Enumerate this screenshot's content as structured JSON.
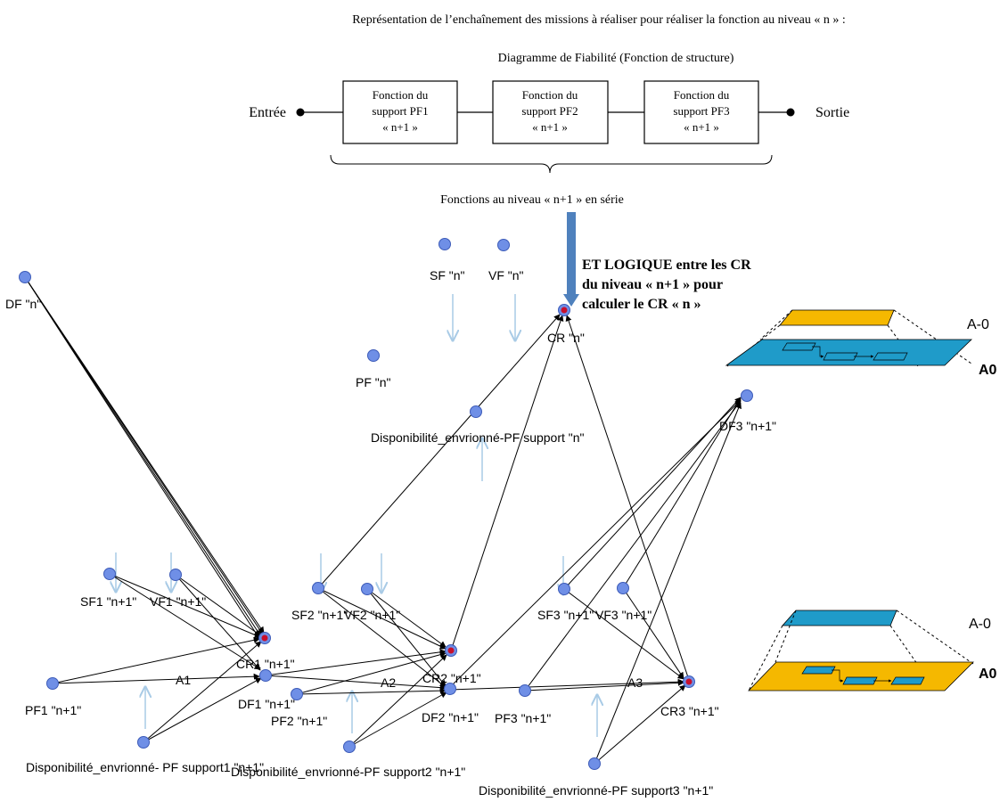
{
  "header": {
    "title": "Représentation de l’enchaînement des missions à réaliser pour réaliser la fonction au niveau « n » :",
    "subtitle": "Diagramme de Fiabilité (Fonction de structure)"
  },
  "reliability_diagram": {
    "input_label": "Entrée",
    "output_label": "Sortie",
    "boxes": [
      {
        "line1": "Fonction du",
        "line2": "support PF1",
        "line3": "« n+1 »"
      },
      {
        "line1": "Fonction du",
        "line2": "support PF2",
        "line3": "« n+1 »"
      },
      {
        "line1": "Fonction du",
        "line2": "support PF3",
        "line3": "« n+1 »"
      }
    ],
    "series_caption": "Fonctions au niveau « n+1 » en série"
  },
  "logic_note": {
    "line1": "ET LOGIQUE entre les CR",
    "line2": "du niveau « n+1 »  pour",
    "line3": "calculer le CR « n »"
  },
  "nodes": {
    "df_n": "DF \"n\"",
    "sf_n": "SF \"n\"",
    "vf_n": "VF \"n\"",
    "pf_n": "PF \"n\"",
    "cr_n": "CR \"n\"",
    "disp_n": "Disponibilité_envrionné-PF support \"n\"",
    "df3_n1": "DF3 \"n+1\"",
    "sf1": "SF1 \"n+1\"",
    "vf1": "VF1 \"n+1\"",
    "cr1": "CR1 \"n+1\"",
    "pf1": "PF1 \"n+1\"",
    "df1": "DF1 \"n+1\"",
    "disp1": "Disponibilité_envrionné- PF support1 \"n+1\"",
    "sf2": "SF2 \"n+1\"",
    "vf2": "VF2 \"n+1\"",
    "cr2": "CR2 \"n+1\"",
    "pf2": "PF2 \"n+1\"",
    "df2": "DF2 \"n+1\"",
    "disp2": "Disponibilité_envrionné-PF support2 \"n+1\"",
    "sf3": "SF3 \"n+1\"",
    "vf3": "VF3 \"n+1\"",
    "cr3": "CR3 \"n+1\"",
    "pf3": "PF3 \"n+1\"",
    "disp3": "Disponibilité_envrionné-PF support3 \"n+1\""
  },
  "edge_labels": {
    "a1": "A1",
    "a2": "A2",
    "a3": "A3"
  },
  "planes": {
    "top": {
      "upper": "A-0",
      "lower": "A0"
    },
    "bottom": {
      "upper": "A-0",
      "lower": "A0"
    }
  },
  "colors": {
    "node_fill": "#6f8fe6",
    "node_stroke": "#3d5bb8",
    "cr_center": "#c8102e",
    "big_arrow": "#4f81bd",
    "light_arrow": "#a9cbe6",
    "gold": "#f5b800",
    "teal": "#1f9bc9"
  }
}
